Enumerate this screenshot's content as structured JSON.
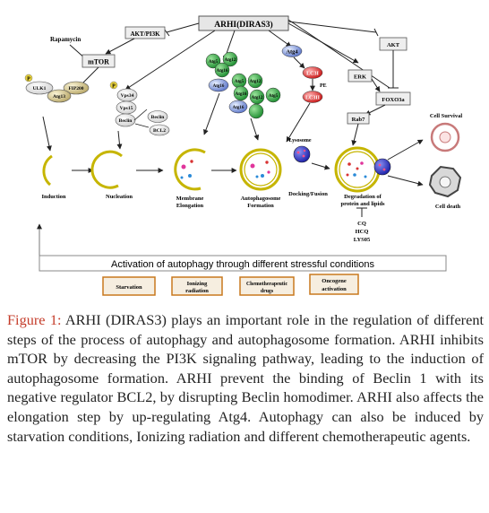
{
  "diagram": {
    "top_label": "ARHI(DIRAS3)",
    "akt_pi3k": "AKT/PI3K",
    "rapamycin": "Rapamycin",
    "mtor": "mTOR",
    "akt": "AKT",
    "erk": "ERK",
    "foxo3a": "FOXO3a",
    "rab7": "Rab7",
    "atg4": "Atg4",
    "lc3i": "LC3I",
    "pe": "PE",
    "lc3ii": "LC3II",
    "lysosome": "Lysosome",
    "ulk_complex": [
      "ULK1",
      "Atg13",
      "FIP200"
    ],
    "p_marker": "P",
    "vps_complex": [
      "Vps34",
      "Vps15",
      "Beclin"
    ],
    "beclin": "Beclin",
    "bcl2": "BCL2",
    "atg_green": [
      "Atg5",
      "Atg12",
      "Atg16"
    ],
    "atg_blue": "Atg16",
    "atg_cluster": [
      "Atg5",
      "Atg12",
      "Atg16",
      "Atg12",
      "Atg5",
      "Atg16"
    ],
    "stages": {
      "induction": "Induction",
      "nucleation": "Nucleation",
      "membrane": [
        "Membrane",
        "Elongation"
      ],
      "autophagosome": [
        "Autophagosome",
        "Formation"
      ],
      "docking": "Docking/Fusion",
      "degradation": [
        "Degradation of",
        "protein and lipids"
      ],
      "cell_survival": "Cell Survival",
      "cell_death": "Cell death"
    },
    "inhibitors": [
      "CQ",
      "HCQ",
      "LYS05"
    ],
    "activation_banner": "Activation of autophagy through different stressful conditions",
    "stress": [
      [
        "Starvation"
      ],
      [
        "Ionizing",
        "radiation"
      ],
      [
        "Chemotherapeutic",
        "drugs"
      ],
      [
        "Oncogene",
        "activation"
      ]
    ]
  },
  "caption": {
    "figure_label": "Figure 1:",
    "text": "ARHI (DIRAS3) plays an important role in the regulation of different steps of the process of autophagy and autophagosome formation. ARHI inhibits mTOR by decreasing the PI3K signaling pathway, leading to the induction of autophagosome formation. ARHI prevent the binding of Beclin 1 with its negative regulator BCL2, by disrupting Beclin homodimer. ARHI also affects the elongation step by up-regulating Atg4. Autophagy can also be induced by starvation conditions, Ionizing radiation and different chemotherapeutic agents."
  }
}
